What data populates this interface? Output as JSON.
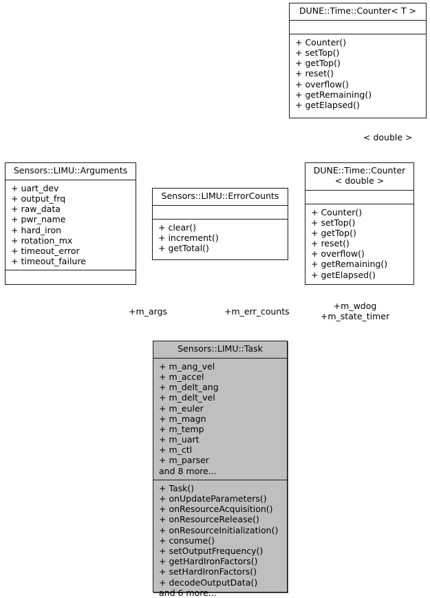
{
  "diagram": {
    "kind": "uml-collaboration-diagram",
    "colors": {
      "box_fill_plain": "#ffffff",
      "box_fill_highlight": "#bfbfbf",
      "border": "#1a1a1a",
      "edge_association": "#666666",
      "edge_template_binding": "#ffa500",
      "background": "#ffffff"
    }
  },
  "classes": {
    "counter_template": {
      "title": "DUNE::Time::Counter< T >",
      "attributes": [],
      "methods": [
        "+ Counter()",
        "+ setTop()",
        "+ getTop()",
        "+ reset()",
        "+ overflow()",
        "+ getRemaining()",
        "+ getElapsed()"
      ]
    },
    "counter_double": {
      "title": "DUNE::Time::Counter\n< double >",
      "attributes": [],
      "methods": [
        "+ Counter()",
        "+ setTop()",
        "+ getTop()",
        "+ reset()",
        "+ overflow()",
        "+ getRemaining()",
        "+ getElapsed()"
      ]
    },
    "arguments": {
      "title": "Sensors::LIMU::Arguments",
      "attributes": [
        "+ uart_dev",
        "+ output_frq",
        "+ raw_data",
        "+ pwr_name",
        "+ hard_iron",
        "+ rotation_mx",
        "+ timeout_error",
        "+ timeout_failure"
      ],
      "methods": []
    },
    "error_counts": {
      "title": "Sensors::LIMU::ErrorCounts",
      "attributes": [],
      "methods": [
        "+ clear()",
        "+ increment()",
        "+ getTotal()"
      ]
    },
    "task": {
      "title": "Sensors::LIMU::Task",
      "attributes": [
        "+ m_ang_vel",
        "+ m_accel",
        "+ m_delt_ang",
        "+ m_delt_vel",
        "+ m_euler",
        "+ m_magn",
        "+ m_temp",
        "+ m_uart",
        "+ m_ctl",
        "+ m_parser",
        "and 8 more..."
      ],
      "methods": [
        "+ Task()",
        "+ onUpdateParameters()",
        "+ onResourceAcquisition()",
        "+ onResourceRelease()",
        "+ onResourceInitialization()",
        "+ consume()",
        "+ setOutputFrequency()",
        "+ getHardIronFactors()",
        "+ setHardIronFactors()",
        "+ decodeOutputData()",
        "and 6 more..."
      ]
    }
  },
  "edges": {
    "template_binding_label": "< double >",
    "args_label": "+m_args",
    "err_counts_label": "+m_err_counts",
    "timers_label_1": "+m_wdog",
    "timers_label_2": "+m_state_timer"
  }
}
